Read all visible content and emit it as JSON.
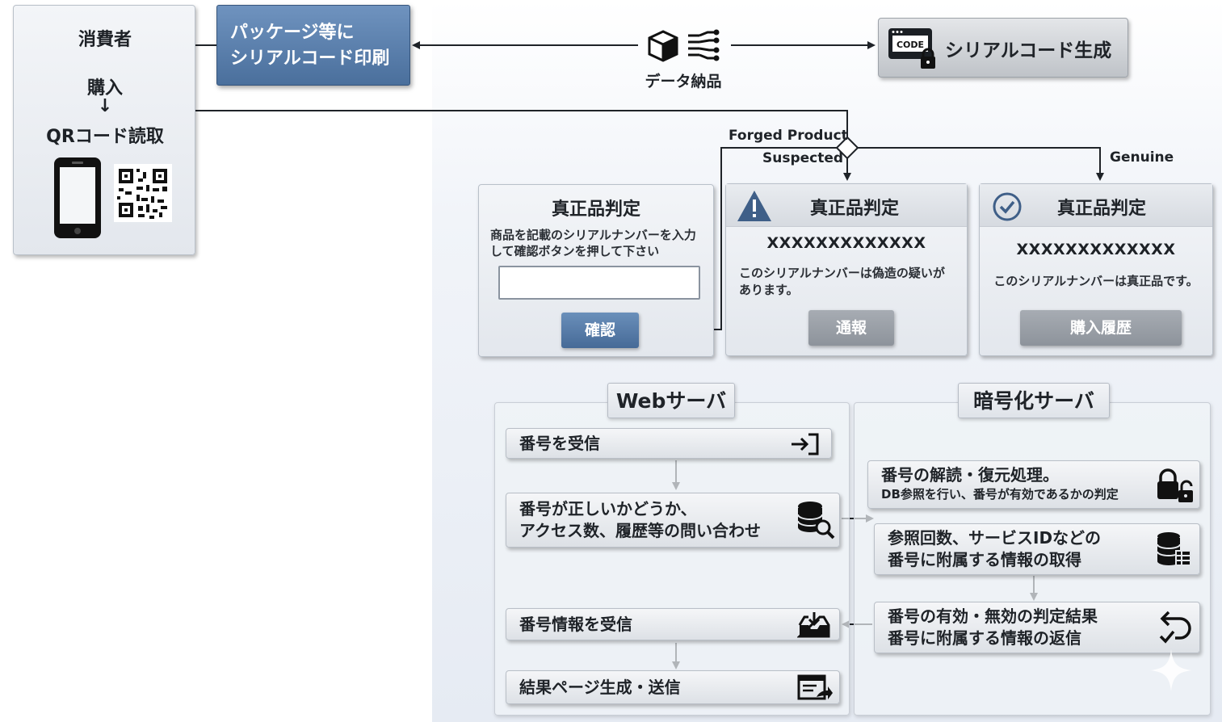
{
  "consumer": {
    "title": "消費者",
    "purchase": "購入",
    "arrow": "↓",
    "qr_read": "QRコード読取"
  },
  "print_box": {
    "line1": "パッケージ等に",
    "line2": "シリアルコード印刷"
  },
  "data_delivery": {
    "label": "データ納品"
  },
  "serial_gen": {
    "code_text": "CODE",
    "label": "シリアルコード生成"
  },
  "decision": {
    "forged_line1": "Forged Product",
    "forged_line2": "Suspected",
    "genuine": "Genuine"
  },
  "input_card": {
    "title": "真正品判定",
    "instruction_line1": "商品を記載のシリアルナンバーを入力",
    "instruction_line2": "して確認ボタンを押して下さい",
    "input_value": "",
    "button": "確認"
  },
  "forged_card": {
    "title": "真正品判定",
    "serial": "XXXXXXXXXXXXX",
    "message_line1": "このシリアルナンバーは偽造の疑いが",
    "message_line2": "あります。",
    "button": "通報"
  },
  "genuine_card": {
    "title": "真正品判定",
    "serial": "XXXXXXXXXXXXX",
    "message": "このシリアルナンバーは真正品です。",
    "button": "購入履歴"
  },
  "web_server": {
    "label": "Webサーバ",
    "steps": [
      {
        "line1": "番号を受信",
        "icon": "login-icon"
      },
      {
        "line1": "番号が正しいかどうか、",
        "line2": "アクセス数、履歴等の問い合わせ",
        "icon": "database-search-icon"
      },
      {
        "line1": "番号情報を受信",
        "icon": "inbox-download-icon"
      },
      {
        "line1": "結果ページ生成・送信",
        "icon": "page-send-icon"
      }
    ]
  },
  "crypto_server": {
    "label": "暗号化サーバ",
    "steps": [
      {
        "line1": "番号の解読・復元処理。",
        "line2": "DB参照を行い、番号が有効であるかの判定",
        "icon": "lock-unlock-icon"
      },
      {
        "line1": "参照回数、サービスIDなどの",
        "line2": "番号に附属する情報の取得",
        "icon": "database-table-icon"
      },
      {
        "line1": "番号の有効・無効の判定結果",
        "line2": "番号に附属する情報の返信",
        "icon": "return-check-icon"
      }
    ]
  }
}
